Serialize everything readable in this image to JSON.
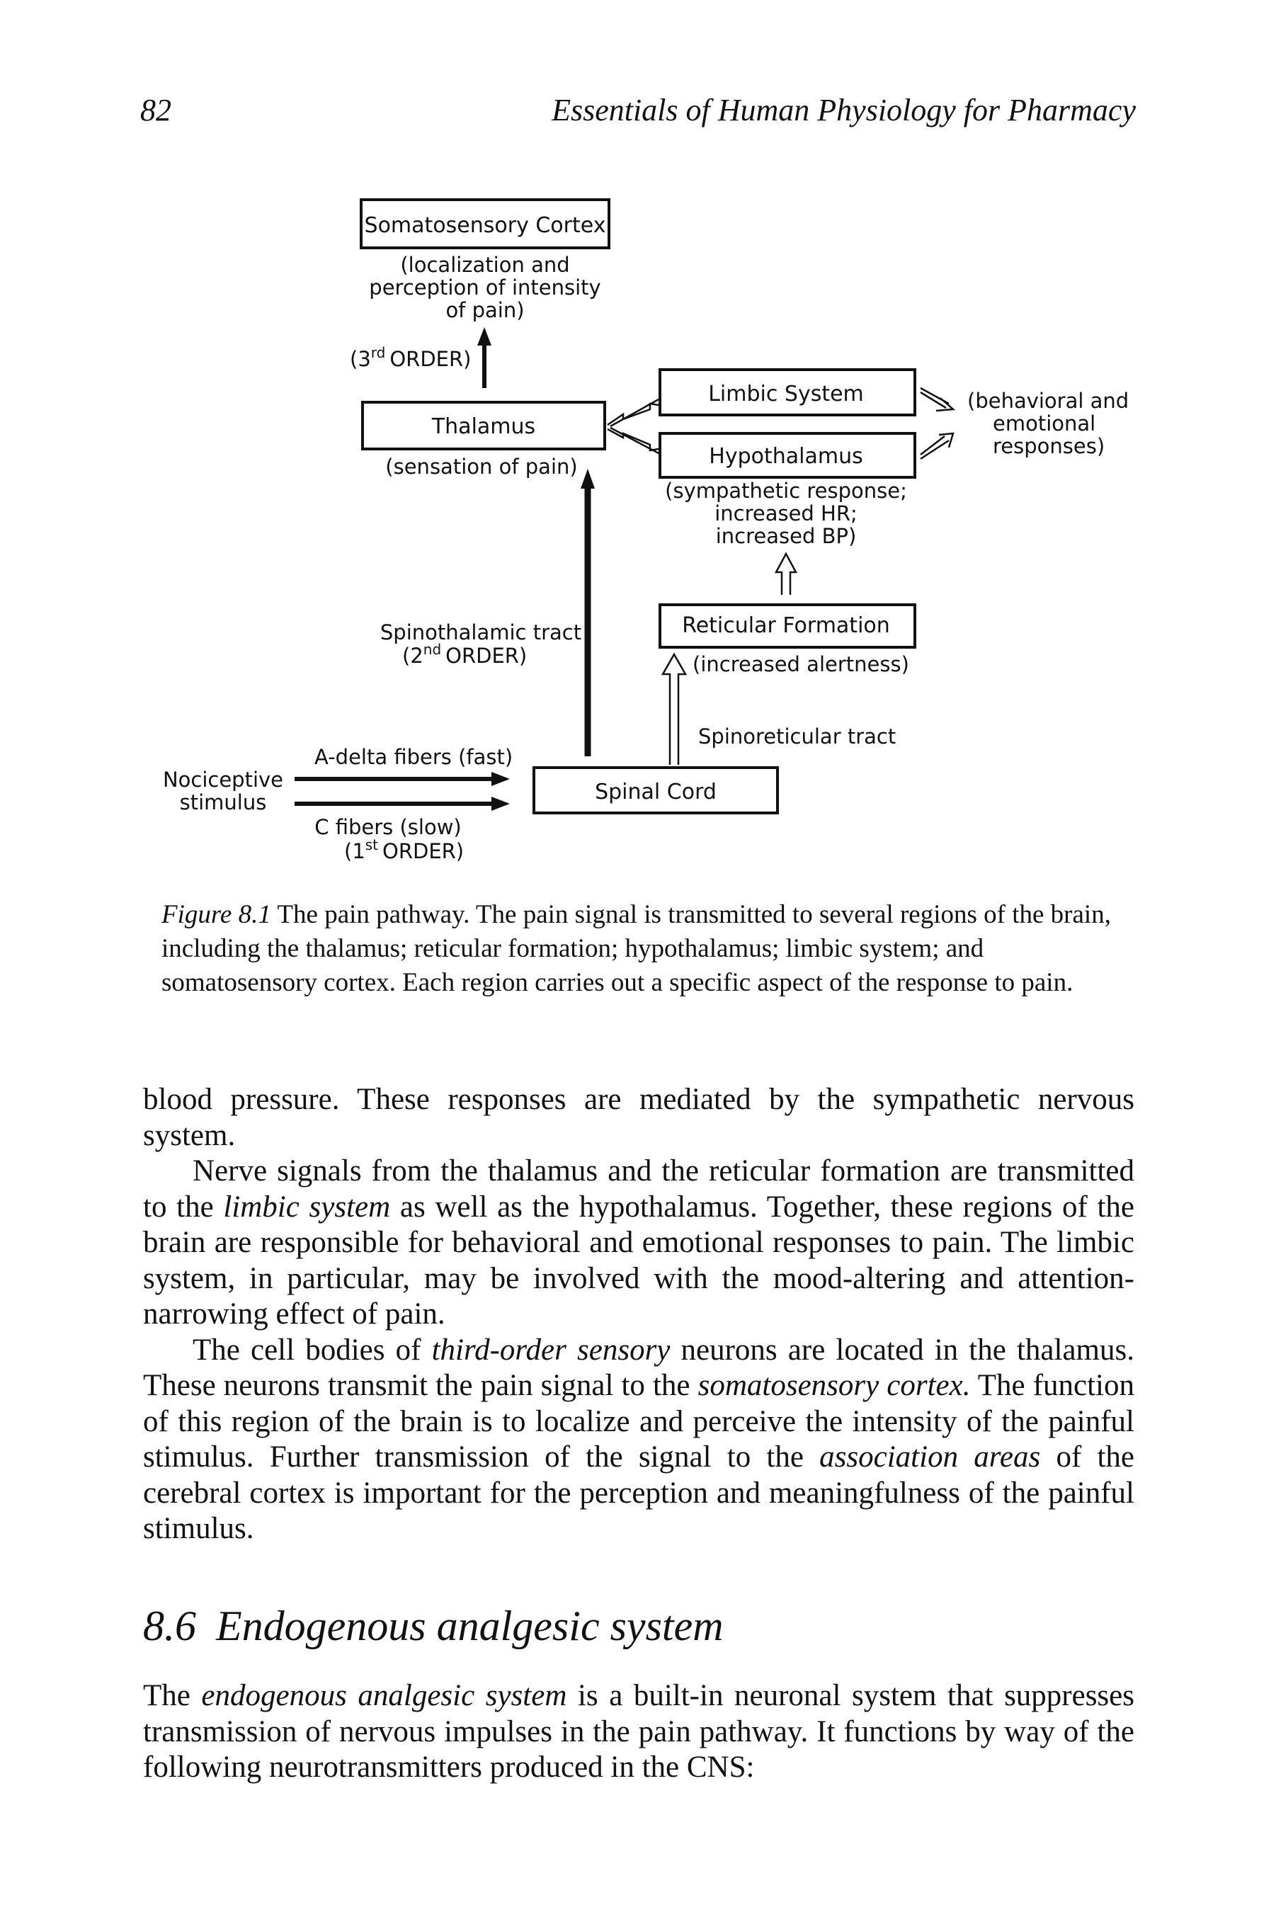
{
  "header": {
    "page_number": "82",
    "book_title": "Essentials of Human Physiology for Pharmacy"
  },
  "figure": {
    "boxes": {
      "somatosensory": "Somatosensory Cortex",
      "thalamus": "Thalamus",
      "limbic": "Limbic System",
      "hypothalamus": "Hypothalamus",
      "reticular": "Reticular Formation",
      "spinal": "Spinal Cord"
    },
    "labels": {
      "somato_desc": [
        "(localization and",
        "perception of intensity",
        "of pain)"
      ],
      "third_order": "ORDER)",
      "third_prefix": "(3",
      "third_sup": "rd",
      "thalamus_desc": "(sensation of pain)",
      "hypothalamus_desc": [
        "(sympathetic response;",
        "increased HR;",
        "increased BP)"
      ],
      "behavioral": [
        "(behavioral and",
        "emotional",
        "responses)"
      ],
      "spinothalamic": "Spinothalamic tract",
      "second_prefix": "(2",
      "second_sup": "nd",
      "second_order": "ORDER)",
      "reticular_desc": "(increased alertness)",
      "spinoreticular": "Spinoreticular tract",
      "a_delta": "A-delta fibers (fast)",
      "nociceptive": [
        "Nociceptive",
        "stimulus"
      ],
      "c_fibers": "C fibers (slow)",
      "first_prefix": "(1",
      "first_sup": "st",
      "first_order": "ORDER)"
    },
    "caption_label": "Figure 8.1",
    "caption_text": " The pain pathway. The pain signal is transmitted to several regions of the brain, including the thalamus; reticular formation; hypothalamus; limbic system; and somatosensory cortex. Each region carries out a specific aspect of the response to pain."
  },
  "body": {
    "p1": "blood pressure. These responses are mediated by the sympathetic nervous system.",
    "p2_a": "Nerve signals from the thalamus and the reticular formation are transmitted to the ",
    "p2_em": "limbic system",
    "p2_b": " as well as the hypothalamus. Together, these regions of the brain are responsible for behavioral and emotional responses to pain. The limbic system, in particular, may be involved with the mood-altering and attention-narrowing effect of pain.",
    "p3_a": "The cell bodies of ",
    "p3_em1": "third-order sensory",
    "p3_b": " neurons are located in the thalamus. These neurons transmit the pain signal to the ",
    "p3_em2": "somatosensory cortex.",
    "p3_c": " The function of this region of the brain is to localize and perceive the intensity of the painful stimulus. Further transmission of the signal to the ",
    "p3_em3": "association areas",
    "p3_d": " of the cerebral cortex is important for the perception and meaningfulness of the painful stimulus."
  },
  "section": {
    "number": "8.6",
    "title": "Endogenous analgesic system",
    "p_a": "The ",
    "p_em": "endogenous analgesic system",
    "p_b": " is a built-in neuronal system that suppresses transmission of nervous impulses in the pain pathway. It functions by way of the following neurotransmitters produced in the CNS:"
  }
}
